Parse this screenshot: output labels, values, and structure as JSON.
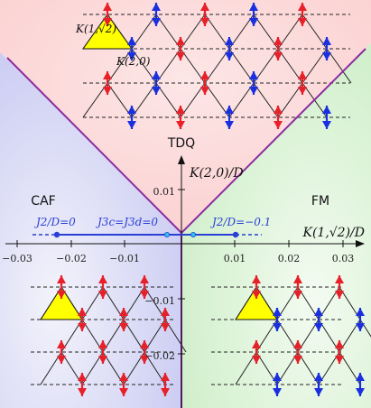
{
  "regions": {
    "tdq": "TDQ",
    "caf": "CAF",
    "fm": "FM"
  },
  "axes": {
    "x_label": "K(1,√2)/D",
    "y_label": "K(2,0)/D",
    "x_ticks": [
      "−0.03",
      "−0.02",
      "−0.01",
      "0.01",
      "0.02",
      "0.03"
    ],
    "y_ticks": [
      "0.01",
      "−0.01",
      "−0.02"
    ]
  },
  "annotations": {
    "left": "J2/D=0",
    "middle": "J3c=J3d=0",
    "right": "J2/D=−0.1",
    "bond_k1": "K(1,√2)",
    "bond_k2": "K(2,0)"
  },
  "colors": {
    "tdq": "#fbd4d4",
    "caf": "#cfd0f4",
    "fm": "#d5f2d0",
    "boundary": "#8a2ca0",
    "line": "#2a3fd6",
    "spin_red": "#e8202a",
    "spin_blue": "#1a2fe0",
    "triangle": "#ffff00"
  }
}
